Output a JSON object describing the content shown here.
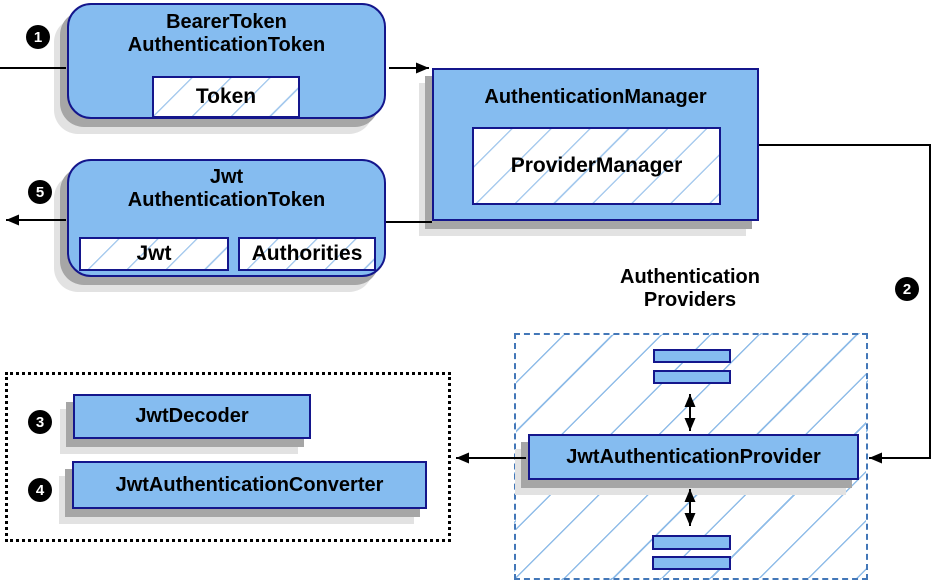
{
  "steps": [
    "1",
    "2",
    "3",
    "4",
    "5"
  ],
  "nodes": {
    "bearer": {
      "line1": "BearerToken",
      "line2": "AuthenticationToken",
      "slot": "Token"
    },
    "manager": {
      "title": "AuthenticationManager",
      "slot": "ProviderManager"
    },
    "jwt": {
      "line1": "Jwt",
      "line2": "AuthenticationToken",
      "slot1": "Jwt",
      "slot2": "Authorities"
    },
    "providers": {
      "heading1": "Authentication",
      "heading2": "Providers",
      "main": "JwtAuthenticationProvider"
    },
    "resolvers": {
      "decoder": "JwtDecoder",
      "converter": "JwtAuthenticationConverter"
    }
  },
  "colors": {
    "node_fill": "#85BCF0",
    "node_border": "#14168C",
    "hatch_line": "#A8CBEE",
    "container_hatch_line": "#8FBCE8",
    "dashed_border": "#4377B8",
    "dotted_border": "#000000",
    "shadow_dark": "#A6A6A6",
    "shadow_light": "#E2E2E2",
    "connector": "#000000",
    "badge_bg": "#000000",
    "badge_text": "#FFFFFF"
  }
}
